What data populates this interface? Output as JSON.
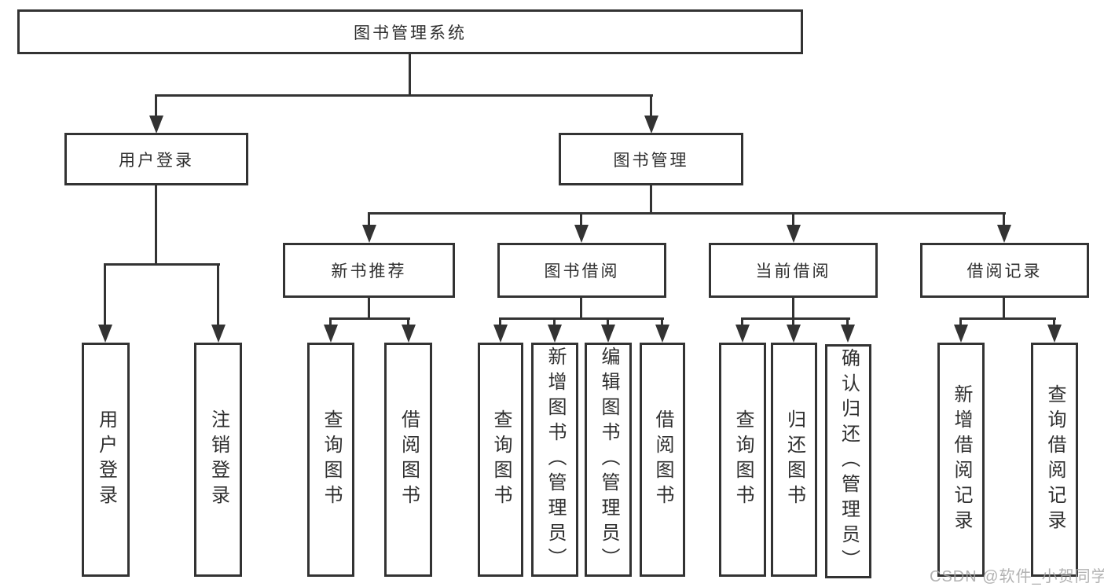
{
  "colors": {
    "line": "#333333",
    "text": "#2f2f2f",
    "background": "#ffffff",
    "watermark": "#a4a4a4"
  },
  "watermark": {
    "text": "CSDN @软件_小贺同学"
  },
  "tree": {
    "system": {
      "label": "图书管理系统",
      "children": {
        "user_login": {
          "label": "用户登录",
          "children": {
            "user_login_leaf": {
              "label": "用户登录"
            },
            "logout_leaf": {
              "label": "注销登录"
            }
          }
        },
        "book_mgmt": {
          "label": "图书管理",
          "children": {
            "new_book_rec": {
              "label": "新书推荐",
              "children": {
                "query_book": {
                  "label": "查询图书"
                },
                "borrow_book": {
                  "label": "借阅图书"
                }
              }
            },
            "book_borrow": {
              "label": "图书借阅",
              "children": {
                "query_book": {
                  "label": "查询图书"
                },
                "add_book": {
                  "label": "新增图书（管理员）"
                },
                "edit_book": {
                  "label": "编辑图书（管理员）"
                },
                "borrow_book": {
                  "label": "借阅图书"
                }
              }
            },
            "current_borrow": {
              "label": "当前借阅",
              "children": {
                "query_book": {
                  "label": "查询图书"
                },
                "return_book": {
                  "label": "归还图书"
                },
                "confirm_return": {
                  "label": "确认归还（管理员）"
                }
              }
            },
            "borrow_record": {
              "label": "借阅记录",
              "children": {
                "add_record": {
                  "label": "新增借阅记录"
                },
                "query_record": {
                  "label": "查询借阅记录"
                }
              }
            }
          }
        }
      }
    }
  }
}
